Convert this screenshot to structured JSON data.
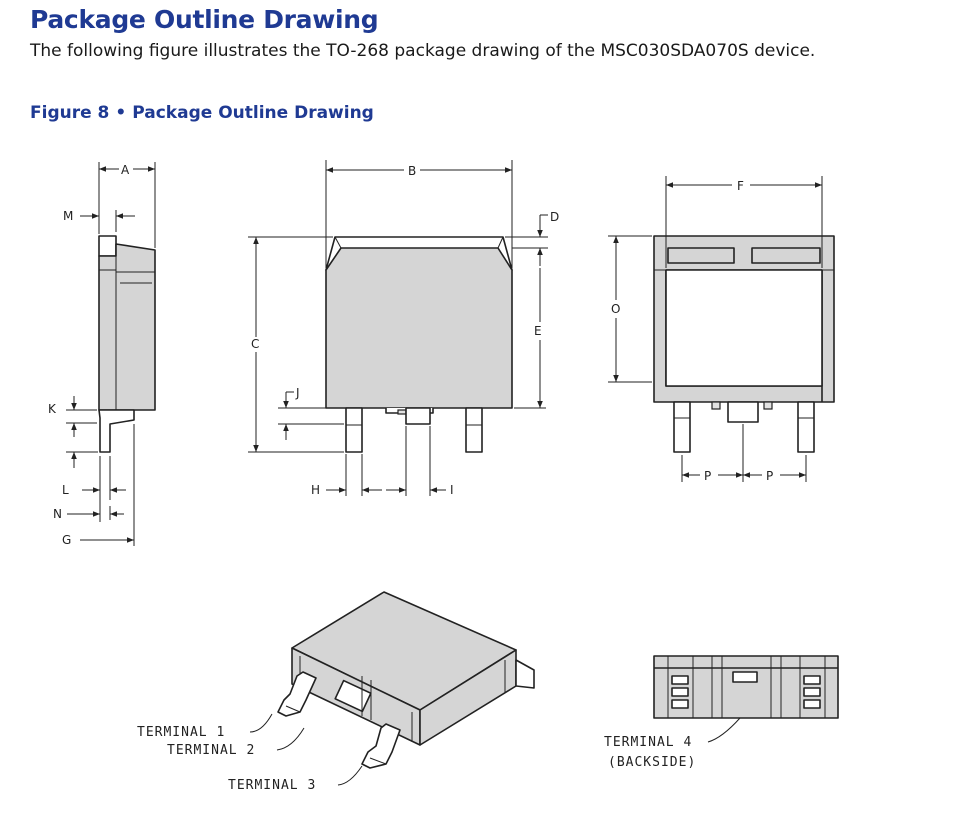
{
  "heading": "Package Outline Drawing",
  "intro": "The following figure illustrates the TO-268 package drawing of the MSC030SDA070S device.",
  "figure": {
    "number": "Figure 8",
    "separator": "•",
    "title": "Package Outline Drawing"
  },
  "dimensions": {
    "A": "A",
    "B": "B",
    "C": "C",
    "D": "D",
    "E": "E",
    "F": "F",
    "G": "G",
    "H": "H",
    "I": "I",
    "J": "J",
    "K": "K",
    "L": "L",
    "M": "M",
    "N": "N",
    "O": "O",
    "P1": "P",
    "P2": "P"
  },
  "terminals": {
    "t1": "TERMINAL 1",
    "t2": "TERMINAL 2",
    "t3": "TERMINAL 3",
    "t4": "TERMINAL 4",
    "backside": "(BACKSIDE)"
  },
  "colors": {
    "heading": "#1f3a93",
    "body_fill": "#d5d5d5",
    "outline": "#222222"
  }
}
